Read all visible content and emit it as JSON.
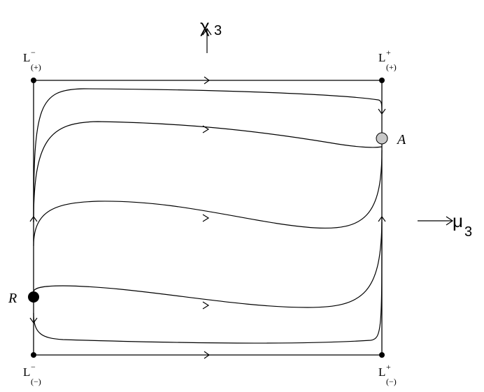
{
  "axes": {
    "vertical": {
      "symbol": "χ",
      "subscript": "3"
    },
    "horizontal": {
      "symbol": "μ",
      "subscript": "3"
    }
  },
  "corners": {
    "top_left": {
      "base": "L",
      "sup": "−",
      "sub": "(+)"
    },
    "top_right": {
      "base": "L",
      "sup": "+",
      "sub": "(+)"
    },
    "bottom_left": {
      "base": "L",
      "sup": "−",
      "sub": "(−)"
    },
    "bottom_right": {
      "base": "L",
      "sup": "+",
      "sub": "(−)"
    }
  },
  "points": {
    "A": {
      "label": "A",
      "color": "#c8c8c8"
    },
    "R": {
      "label": "R",
      "color": "#000000"
    }
  },
  "line_color": "#000000"
}
